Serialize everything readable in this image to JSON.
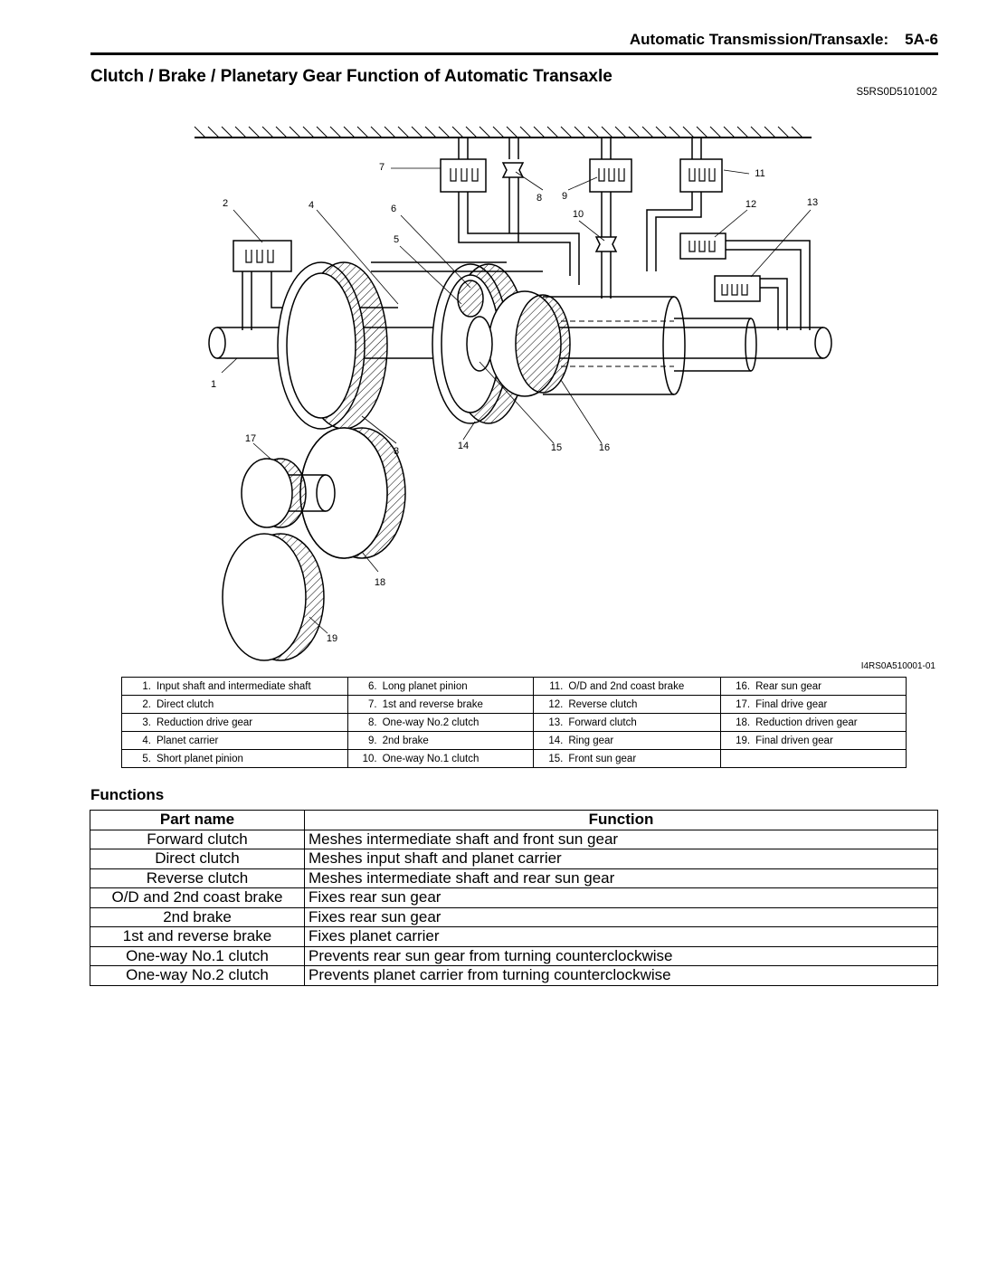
{
  "header": {
    "running_title": "Automatic Transmission/Transaxle:",
    "page_number": "5A-6"
  },
  "section": {
    "title": "Clutch / Brake / Planetary Gear Function of Automatic Transaxle",
    "doc_code": "S5RS0D5101002"
  },
  "figure": {
    "code": "I4RS0A510001-01",
    "callouts": [
      "1",
      "2",
      "3",
      "4",
      "5",
      "6",
      "7",
      "8",
      "9",
      "10",
      "11",
      "12",
      "13",
      "14",
      "15",
      "16",
      "17",
      "18",
      "19"
    ]
  },
  "legend": {
    "columns": [
      [
        {
          "num": "1.",
          "text": "Input shaft and intermediate shaft"
        },
        {
          "num": "2.",
          "text": "Direct clutch"
        },
        {
          "num": "3.",
          "text": "Reduction drive gear"
        },
        {
          "num": "4.",
          "text": "Planet carrier"
        },
        {
          "num": "5.",
          "text": "Short planet pinion"
        }
      ],
      [
        {
          "num": "6.",
          "text": "Long planet pinion"
        },
        {
          "num": "7.",
          "text": "1st and reverse brake"
        },
        {
          "num": "8.",
          "text": "One-way No.2 clutch"
        },
        {
          "num": "9.",
          "text": "2nd brake"
        },
        {
          "num": "10.",
          "text": "One-way No.1 clutch"
        }
      ],
      [
        {
          "num": "11.",
          "text": "O/D and 2nd coast brake"
        },
        {
          "num": "12.",
          "text": "Reverse clutch"
        },
        {
          "num": "13.",
          "text": "Forward clutch"
        },
        {
          "num": "14.",
          "text": "Ring gear"
        },
        {
          "num": "15.",
          "text": "Front sun gear"
        }
      ],
      [
        {
          "num": "16.",
          "text": "Rear sun gear"
        },
        {
          "num": "17.",
          "text": "Final drive gear"
        },
        {
          "num": "18.",
          "text": "Reduction driven gear"
        },
        {
          "num": "19.",
          "text": "Final driven gear"
        },
        {
          "num": "",
          "text": ""
        }
      ]
    ]
  },
  "functions": {
    "title": "Functions",
    "headers": {
      "part": "Part name",
      "function": "Function"
    },
    "rows": [
      {
        "part": "Forward clutch",
        "function": "Meshes intermediate shaft and front sun gear"
      },
      {
        "part": "Direct clutch",
        "function": "Meshes input shaft and planet carrier"
      },
      {
        "part": "Reverse clutch",
        "function": "Meshes intermediate shaft and rear sun gear"
      },
      {
        "part": "O/D and 2nd coast brake",
        "function": "Fixes rear sun gear"
      },
      {
        "part": "2nd brake",
        "function": "Fixes rear sun gear"
      },
      {
        "part": "1st and reverse brake",
        "function": "Fixes planet carrier"
      },
      {
        "part": "One-way No.1 clutch",
        "function": "Prevents rear sun gear from turning counterclockwise"
      },
      {
        "part": "One-way No.2 clutch",
        "function": "Prevents planet carrier from turning counterclockwise"
      }
    ]
  }
}
